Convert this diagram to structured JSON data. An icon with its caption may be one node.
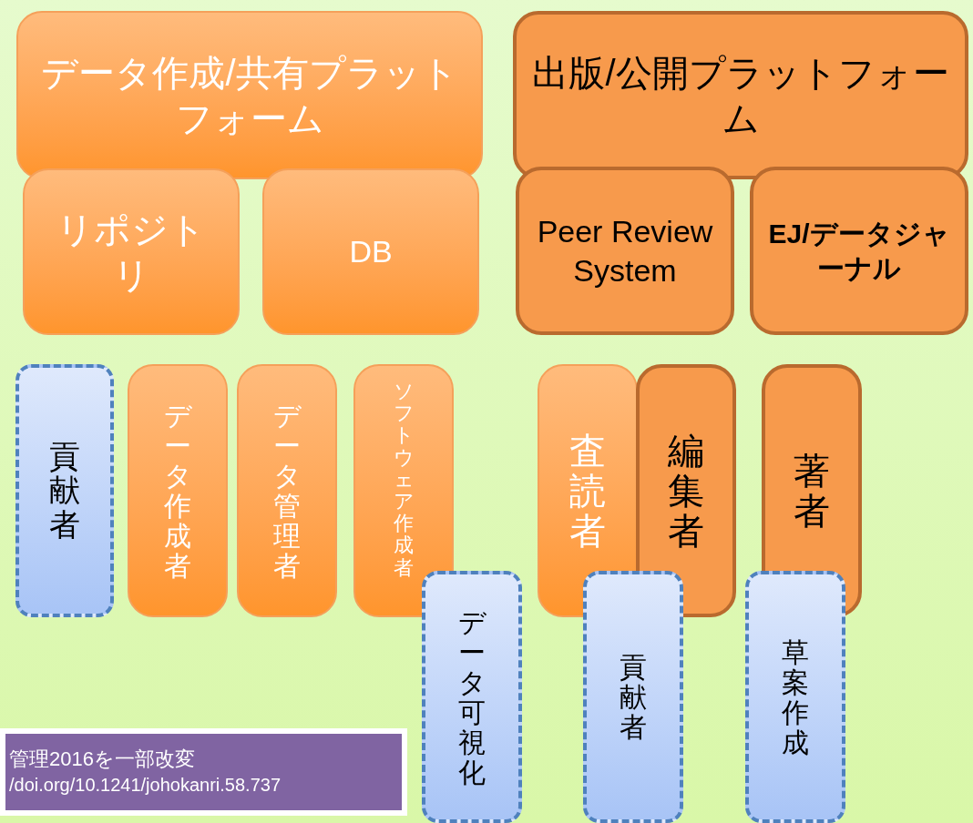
{
  "diagram": {
    "nodes": [
      {
        "text": [
          "データ作成/共有プラットフォーム"
        ]
      },
      {
        "text": [
          "リポジトリ"
        ]
      },
      {
        "text": [
          "DB"
        ]
      },
      {
        "text": [
          "出版/公開プラットフォーム"
        ]
      },
      {
        "text": [
          "Peer Review System"
        ]
      },
      {
        "text": [
          "EJ/データジャーナル"
        ]
      },
      {
        "text": [
          "貢献者"
        ]
      },
      {
        "text": [
          "データ作成者"
        ]
      },
      {
        "text": [
          "データ管理者"
        ]
      },
      {
        "text": [
          "ソフトウェア作成者"
        ]
      },
      {
        "text": [
          "データ可視化"
        ]
      },
      {
        "text": [
          "査読者"
        ]
      },
      {
        "text": [
          "編集者"
        ]
      },
      {
        "text": [
          "貢献者"
        ]
      },
      {
        "text": [
          "著者"
        ]
      },
      {
        "text": [
          "草案作成"
        ]
      },
      {
        "text": [
          "管理2016を一部改変",
          "/doi.org/10.1241/johokanri.58.737"
        ]
      }
    ]
  }
}
